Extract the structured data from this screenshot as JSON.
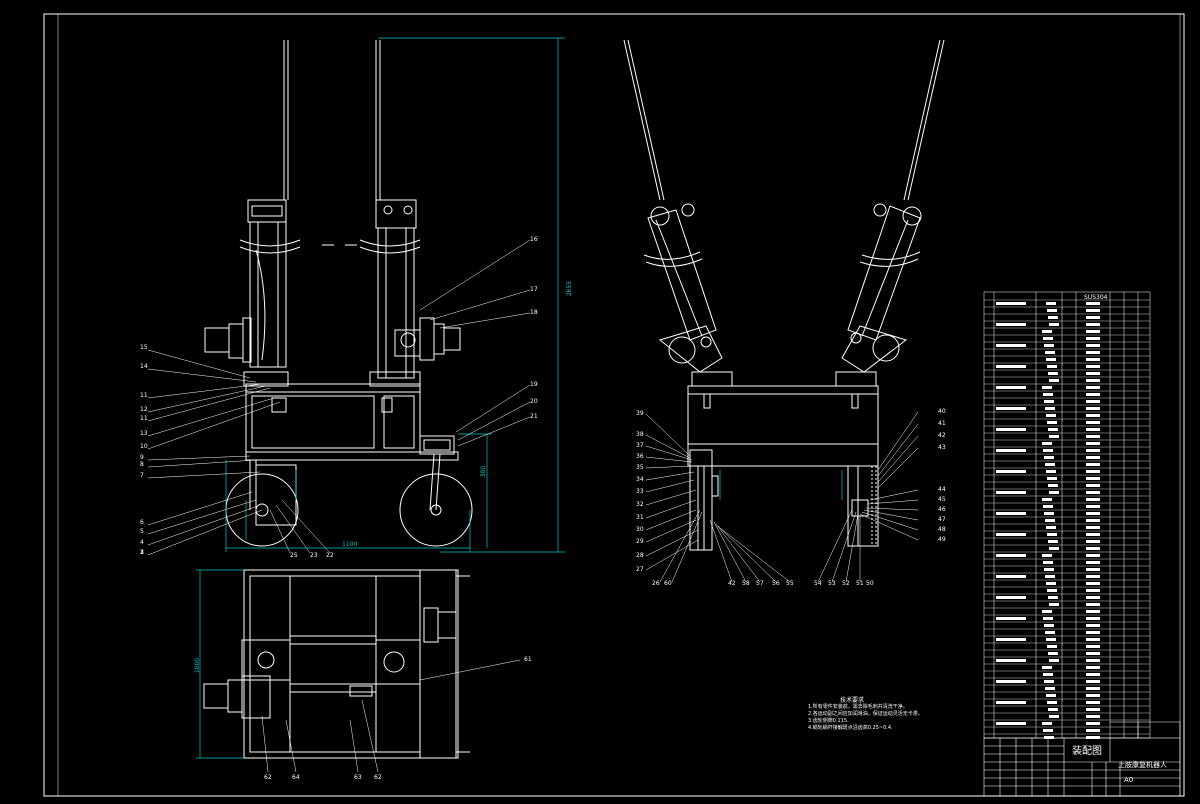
{
  "drawing": {
    "tech_notes_title": "技术要求",
    "tech_notes": [
      "1.所有零件安装前，需去除毛刺并清洗干净。",
      "2.各运动副之间应加润滑油，保证运动灵活无卡滞。",
      "3.齿轮侧隙0.115.",
      "4.蜗轮蜗杆接触斑点沿齿高0.25~0.4."
    ],
    "title_block": {
      "drawing_type": "装配图",
      "product_name": "上肢康复机器人",
      "sheet_size": "A0"
    },
    "dimensions": {
      "total_height": "2655",
      "wheel_height": "380",
      "base_width": "1100",
      "plan_depth": "1000"
    },
    "bom_material_top": "SUS304",
    "colors": {
      "background": "#000000",
      "line": "#ffffff",
      "dimension": "#00c8c8",
      "leader": "#ffffff"
    },
    "left_callouts": [
      "15",
      "14",
      "11",
      "12",
      "11",
      "13",
      "10",
      "9",
      "8",
      "7",
      "6",
      "5",
      "4",
      "3",
      "2",
      "1"
    ],
    "bottom_callouts": [
      "25",
      "23",
      "22"
    ],
    "right_callouts_front": [
      "16",
      "17",
      "18",
      "19",
      "20",
      "21"
    ],
    "plan_callouts": [
      "61",
      "62",
      "64",
      "63",
      "62"
    ],
    "side_view_left": [
      "39",
      "38",
      "37",
      "36",
      "35",
      "34",
      "33",
      "32",
      "31",
      "30",
      "29",
      "28",
      "27"
    ],
    "side_view_right": [
      "40",
      "41",
      "42",
      "43",
      "44",
      "45",
      "46",
      "47",
      "48",
      "49"
    ],
    "side_view_bottom": [
      "26",
      "60",
      "42",
      "58",
      "57",
      "56",
      "55",
      "54",
      "53",
      "52",
      "51",
      "50"
    ]
  }
}
